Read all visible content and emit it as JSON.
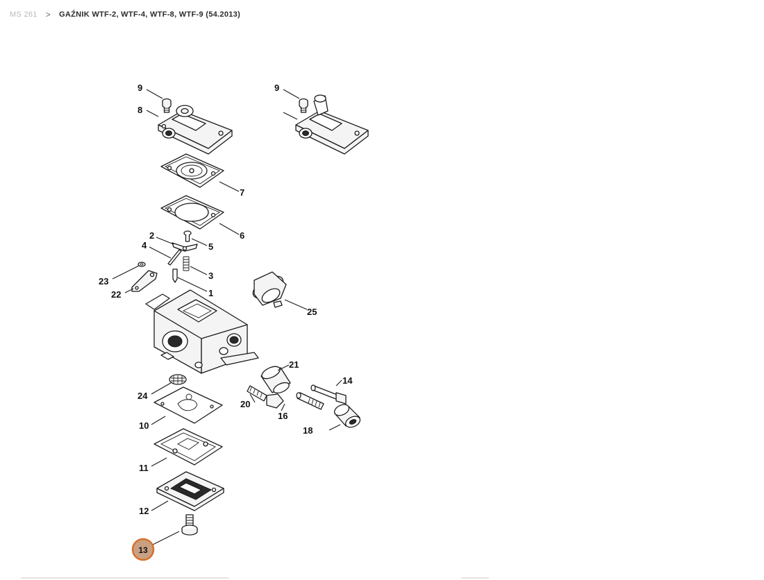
{
  "breadcrumb": {
    "parent": "MS 261",
    "separator": ">",
    "current": "GAŹNIK WTF-2, WTF-4, WTF-8, WTF-9 (54.2013)"
  },
  "diagram": {
    "labels": {
      "p1": "1",
      "p2": "2",
      "p3": "3",
      "p4": "4",
      "p5": "5",
      "p6": "6",
      "p7": "7",
      "p8": "8",
      "p9a": "9",
      "p9b": "9",
      "p10": "10",
      "p11": "11",
      "p12": "12",
      "p14": "14",
      "p16": "16",
      "p18": "18",
      "p20": "20",
      "p21": "21",
      "p22": "22",
      "p23": "23",
      "p24": "24",
      "p25": "25"
    },
    "selected_label": "13",
    "accent_color": "#d96f2a"
  }
}
